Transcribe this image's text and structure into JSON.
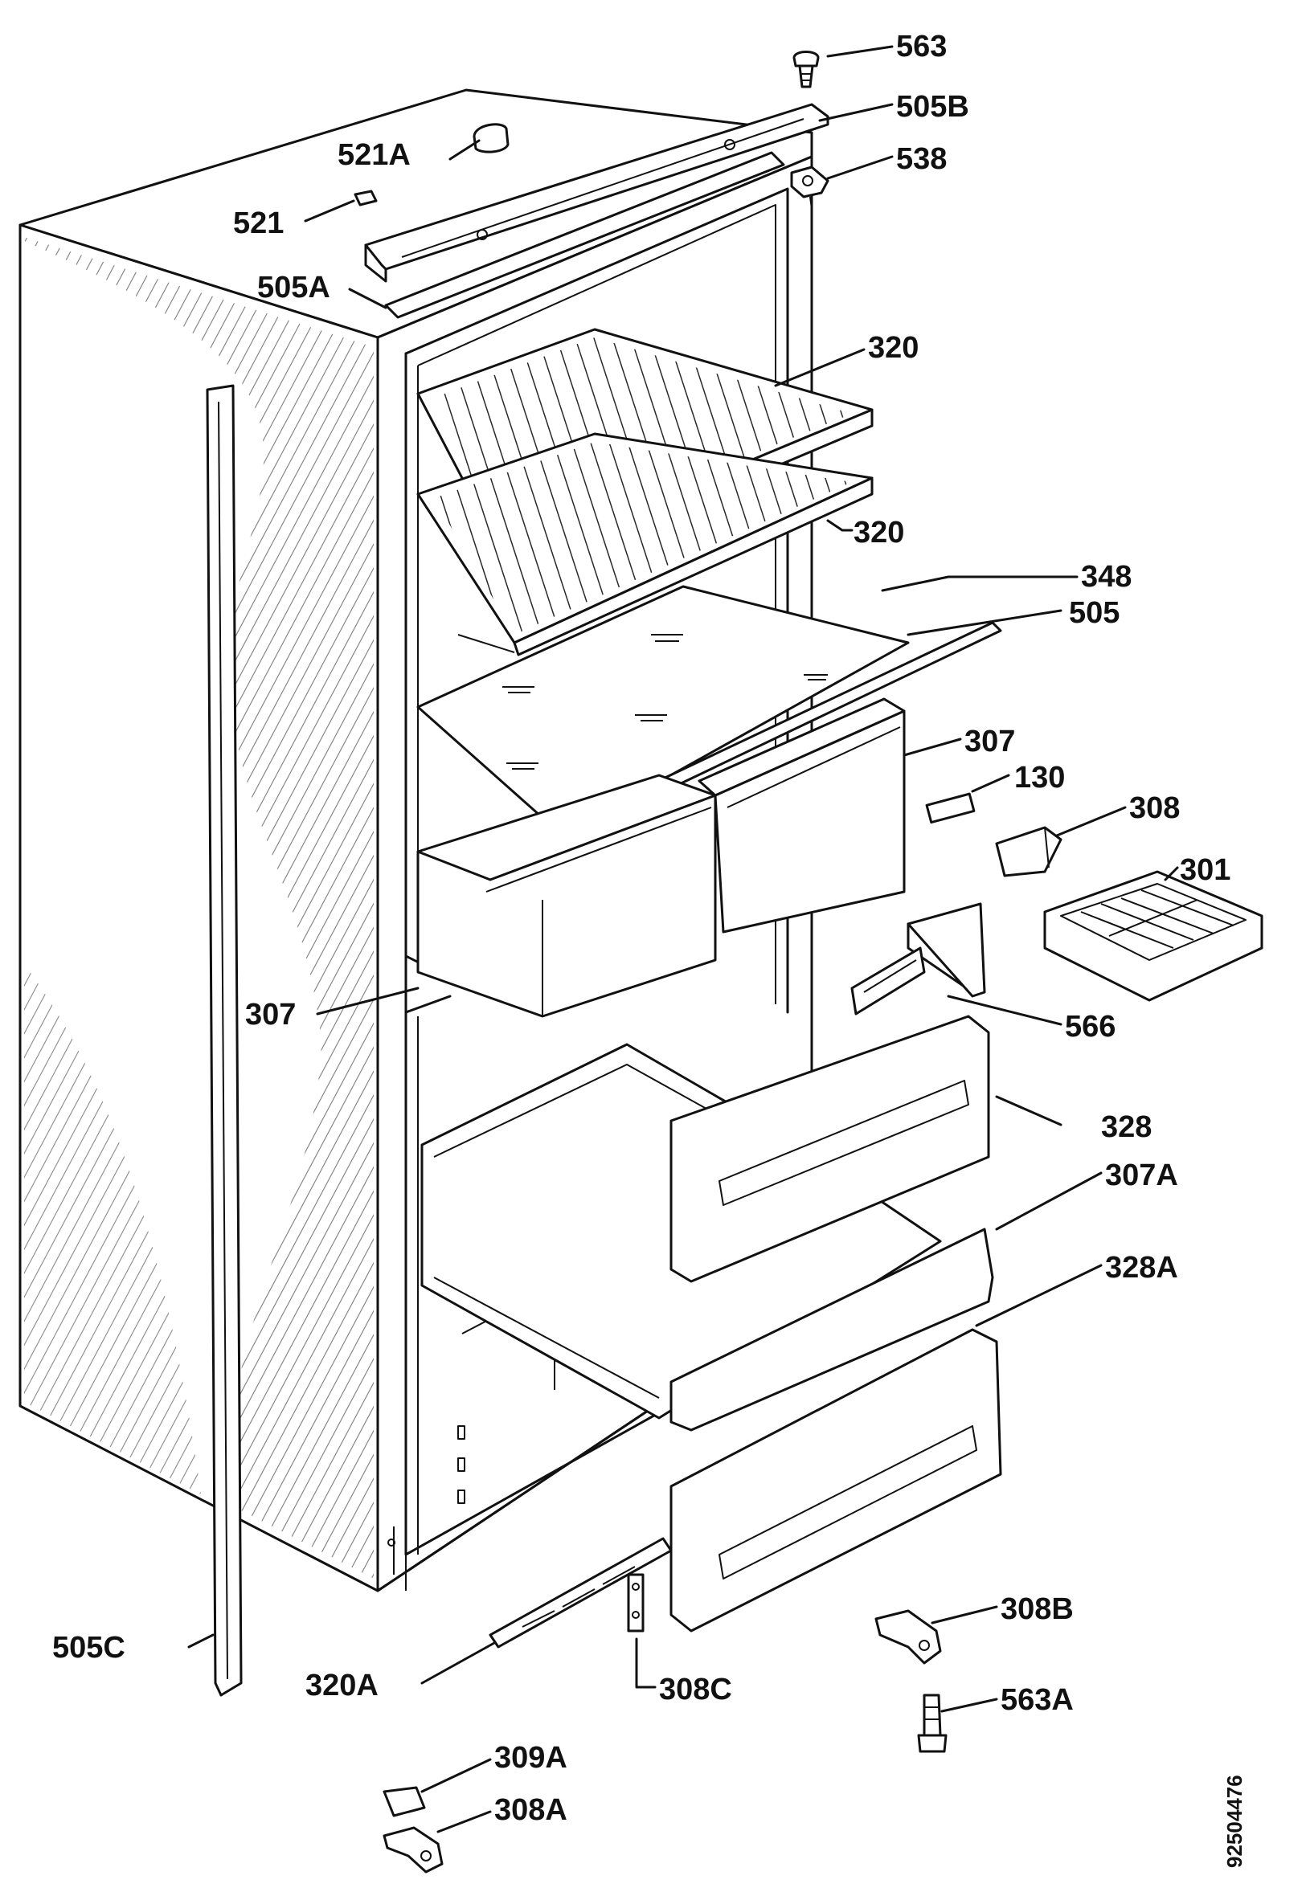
{
  "labels": {
    "563": "563",
    "505B": "505B",
    "521A": "521A",
    "538": "538",
    "521": "521",
    "505A": "505A",
    "320_top": "320",
    "320_second": "320",
    "348": "348",
    "505": "505",
    "307_right": "307",
    "130": "130",
    "308": "308",
    "301": "301",
    "307_left": "307",
    "566": "566",
    "328": "328",
    "307A": "307A",
    "328A": "328A",
    "308B": "308B",
    "563A": "563A",
    "505C": "505C",
    "320A": "320A",
    "308C": "308C",
    "309A": "309A",
    "308A": "308A"
  },
  "drawing_number": "92504476"
}
